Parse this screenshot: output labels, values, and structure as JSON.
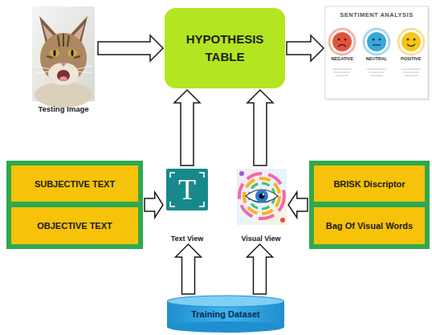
{
  "diagram": {
    "nodes": [
      {
        "text": [
          "Testing Image"
        ]
      },
      {
        "text": [
          "HYPOTHESIS TABLE"
        ]
      },
      {
        "text": [
          "SENTIMENT ANALYSIS",
          "NEGATIVE",
          "NEUTRAL",
          "POSITIVE"
        ]
      },
      {
        "text": []
      },
      {
        "text": [
          "SUBJECTIVE TEXT"
        ],
        "in": 3
      },
      {
        "text": [
          "OBJECTIVE TEXT"
        ],
        "in": 3
      },
      {
        "text": [
          "T",
          "Text View"
        ]
      },
      {
        "text": [
          "Visual View"
        ]
      },
      {
        "text": []
      },
      {
        "text": [
          "BRISK Discriptor"
        ],
        "in": 8
      },
      {
        "text": [
          "Bag Of Visual Words"
        ],
        "in": 8
      },
      {
        "text": [
          "Training Dataset"
        ]
      }
    ],
    "edges": [
      {
        "from": 0,
        "to": 1,
        "arrow": "to"
      },
      {
        "from": 1,
        "to": 2,
        "arrow": "to"
      },
      {
        "from": 6,
        "to": 1,
        "arrow": "to"
      },
      {
        "from": 7,
        "to": 1,
        "arrow": "to"
      },
      {
        "from": 3,
        "to": 6,
        "arrow": "to"
      },
      {
        "from": 8,
        "to": 7,
        "arrow": "to"
      },
      {
        "from": 11,
        "to": 6,
        "arrow": "to"
      },
      {
        "from": 11,
        "to": 7,
        "arrow": "to"
      }
    ]
  }
}
